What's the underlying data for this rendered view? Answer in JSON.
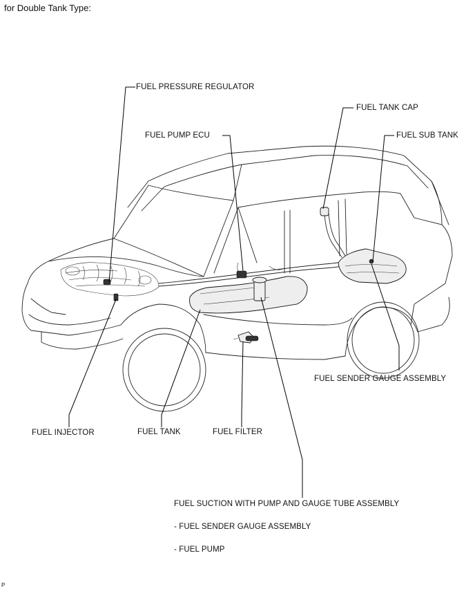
{
  "heading": "for Double Tank Type:",
  "labels": {
    "fuel_pressure_regulator": "FUEL PRESSURE REGULATOR",
    "fuel_tank_cap": "FUEL TANK CAP",
    "fuel_pump_ecu": "FUEL PUMP ECU",
    "fuel_sub_tank": "FUEL SUB TANK",
    "fuel_sender_gauge_assembly": "FUEL SENDER GAUGE ASSEMBLY",
    "fuel_injector": "FUEL INJECTOR",
    "fuel_tank": "FUEL TANK",
    "fuel_filter": "FUEL FILTER",
    "fuel_suction_assembly": "FUEL SUCTION WITH PUMP AND GAUGE TUBE ASSEMBLY",
    "sub_fuel_sender_gauge": "- FUEL SENDER GAUGE ASSEMBLY",
    "sub_fuel_pump": "- FUEL PUMP"
  },
  "figure_code": "P"
}
